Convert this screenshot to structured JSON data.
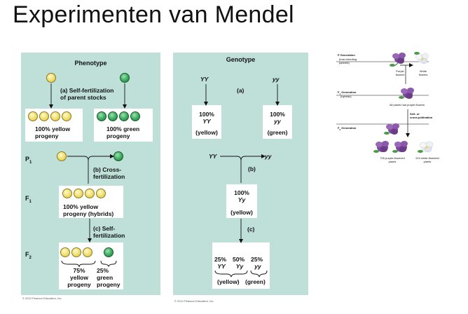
{
  "title": "Experimenten van Mendel",
  "phenotype": {
    "heading": "Phenotype",
    "a_label": "(a) Self-fertilization\nof parent stocks",
    "yellow_result": "100% yellow\nprogeny",
    "green_result": "100% green\nprogeny",
    "p1": "P",
    "p1_sub": "1",
    "b_label": "(b) Cross-\nfertilization",
    "f1": "F",
    "f1_sub": "1",
    "f1_result": "100% yellow\nprogeny (hybrids)",
    "c_label": "(c) Self-\nfertilization",
    "f2": "F",
    "f2_sub": "2",
    "f2_yellow": "75%\nyellow\nprogeny",
    "f2_green": "25%\ngreen\nprogeny",
    "copyright": "© 2012 Pearson Education, Inc."
  },
  "genotype": {
    "heading": "Genotype",
    "yy_dom_top": "YY",
    "yy_rec_top": "yy",
    "a_label": "(a)",
    "left_box_pct": "100%",
    "left_box_geno": "YY",
    "left_box_pheno": "(yellow)",
    "right_box_pct": "100%",
    "right_box_geno": "yy",
    "right_box_pheno": "(green)",
    "cross_left": "YY",
    "cross_right": "yy",
    "b_label": "(b)",
    "f1_pct": "100%",
    "f1_geno": "Yy",
    "f1_pheno": "(yellow)",
    "c_label": "(c)",
    "f2_p1": "25%",
    "f2_p2": "50%",
    "f2_p3": "25%",
    "f2_g1": "YY",
    "f2_g2": "Yy",
    "f2_g3": "yy",
    "f2_yellow": "(yellow)",
    "f2_green": "(green)",
    "copyright": "© 2012 Pearson Education, Inc."
  },
  "flowers": {
    "p_gen": "P Generation",
    "p_gen_sub": "(true-breeding\nparents)",
    "purple_flowers": "Purple\nflowers",
    "white_flowers": "White\nflowers",
    "f1_gen": "F",
    "f1_gen_tail": " Generation",
    "f1_gen_sub": "(hybrids)",
    "all_purple": "All plants had purple flowers",
    "self_cross": "Self- or\ncross-pollination",
    "f2_gen": "F",
    "f2_gen_tail": " Generation",
    "purple_count": "705 purple-flowered\nplants",
    "white_count": "224 white-flowered\nplants"
  }
}
